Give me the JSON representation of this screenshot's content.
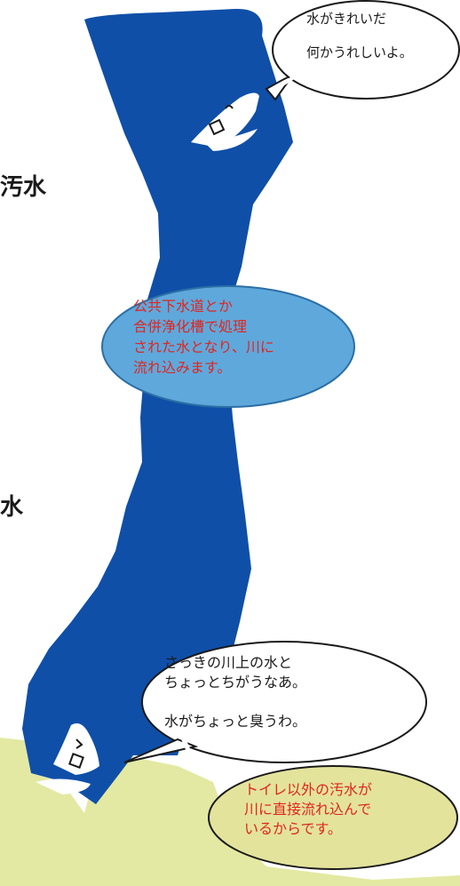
{
  "colors": {
    "river": "#0f4fa8",
    "land": "#e3e9a2",
    "info_bubble_red_text": "#e0261e",
    "info_bubble_blue": "#5fa8dc",
    "info_bubble_yellow": "#e3e39c"
  },
  "side_labels": {
    "upper": "汚水",
    "lower": "水"
  },
  "fish_top_speech": "水がきれいだ\n\n何かうれしいよ。",
  "info_middle": "公共下水道とか\n合併浄化槽で処理\nされた水となり、川に\n流れ込みます。",
  "fish_bottom_speech": "さっきの川上の水と\nちょっとちがうなあ。\n\n水がちょっと臭うわ。",
  "info_bottom": "トイレ以外の汚水が\n川に直接流れ込んで\nいるからです。",
  "icons": [
    "fish-happy-icon",
    "fish-unhappy-icon"
  ]
}
